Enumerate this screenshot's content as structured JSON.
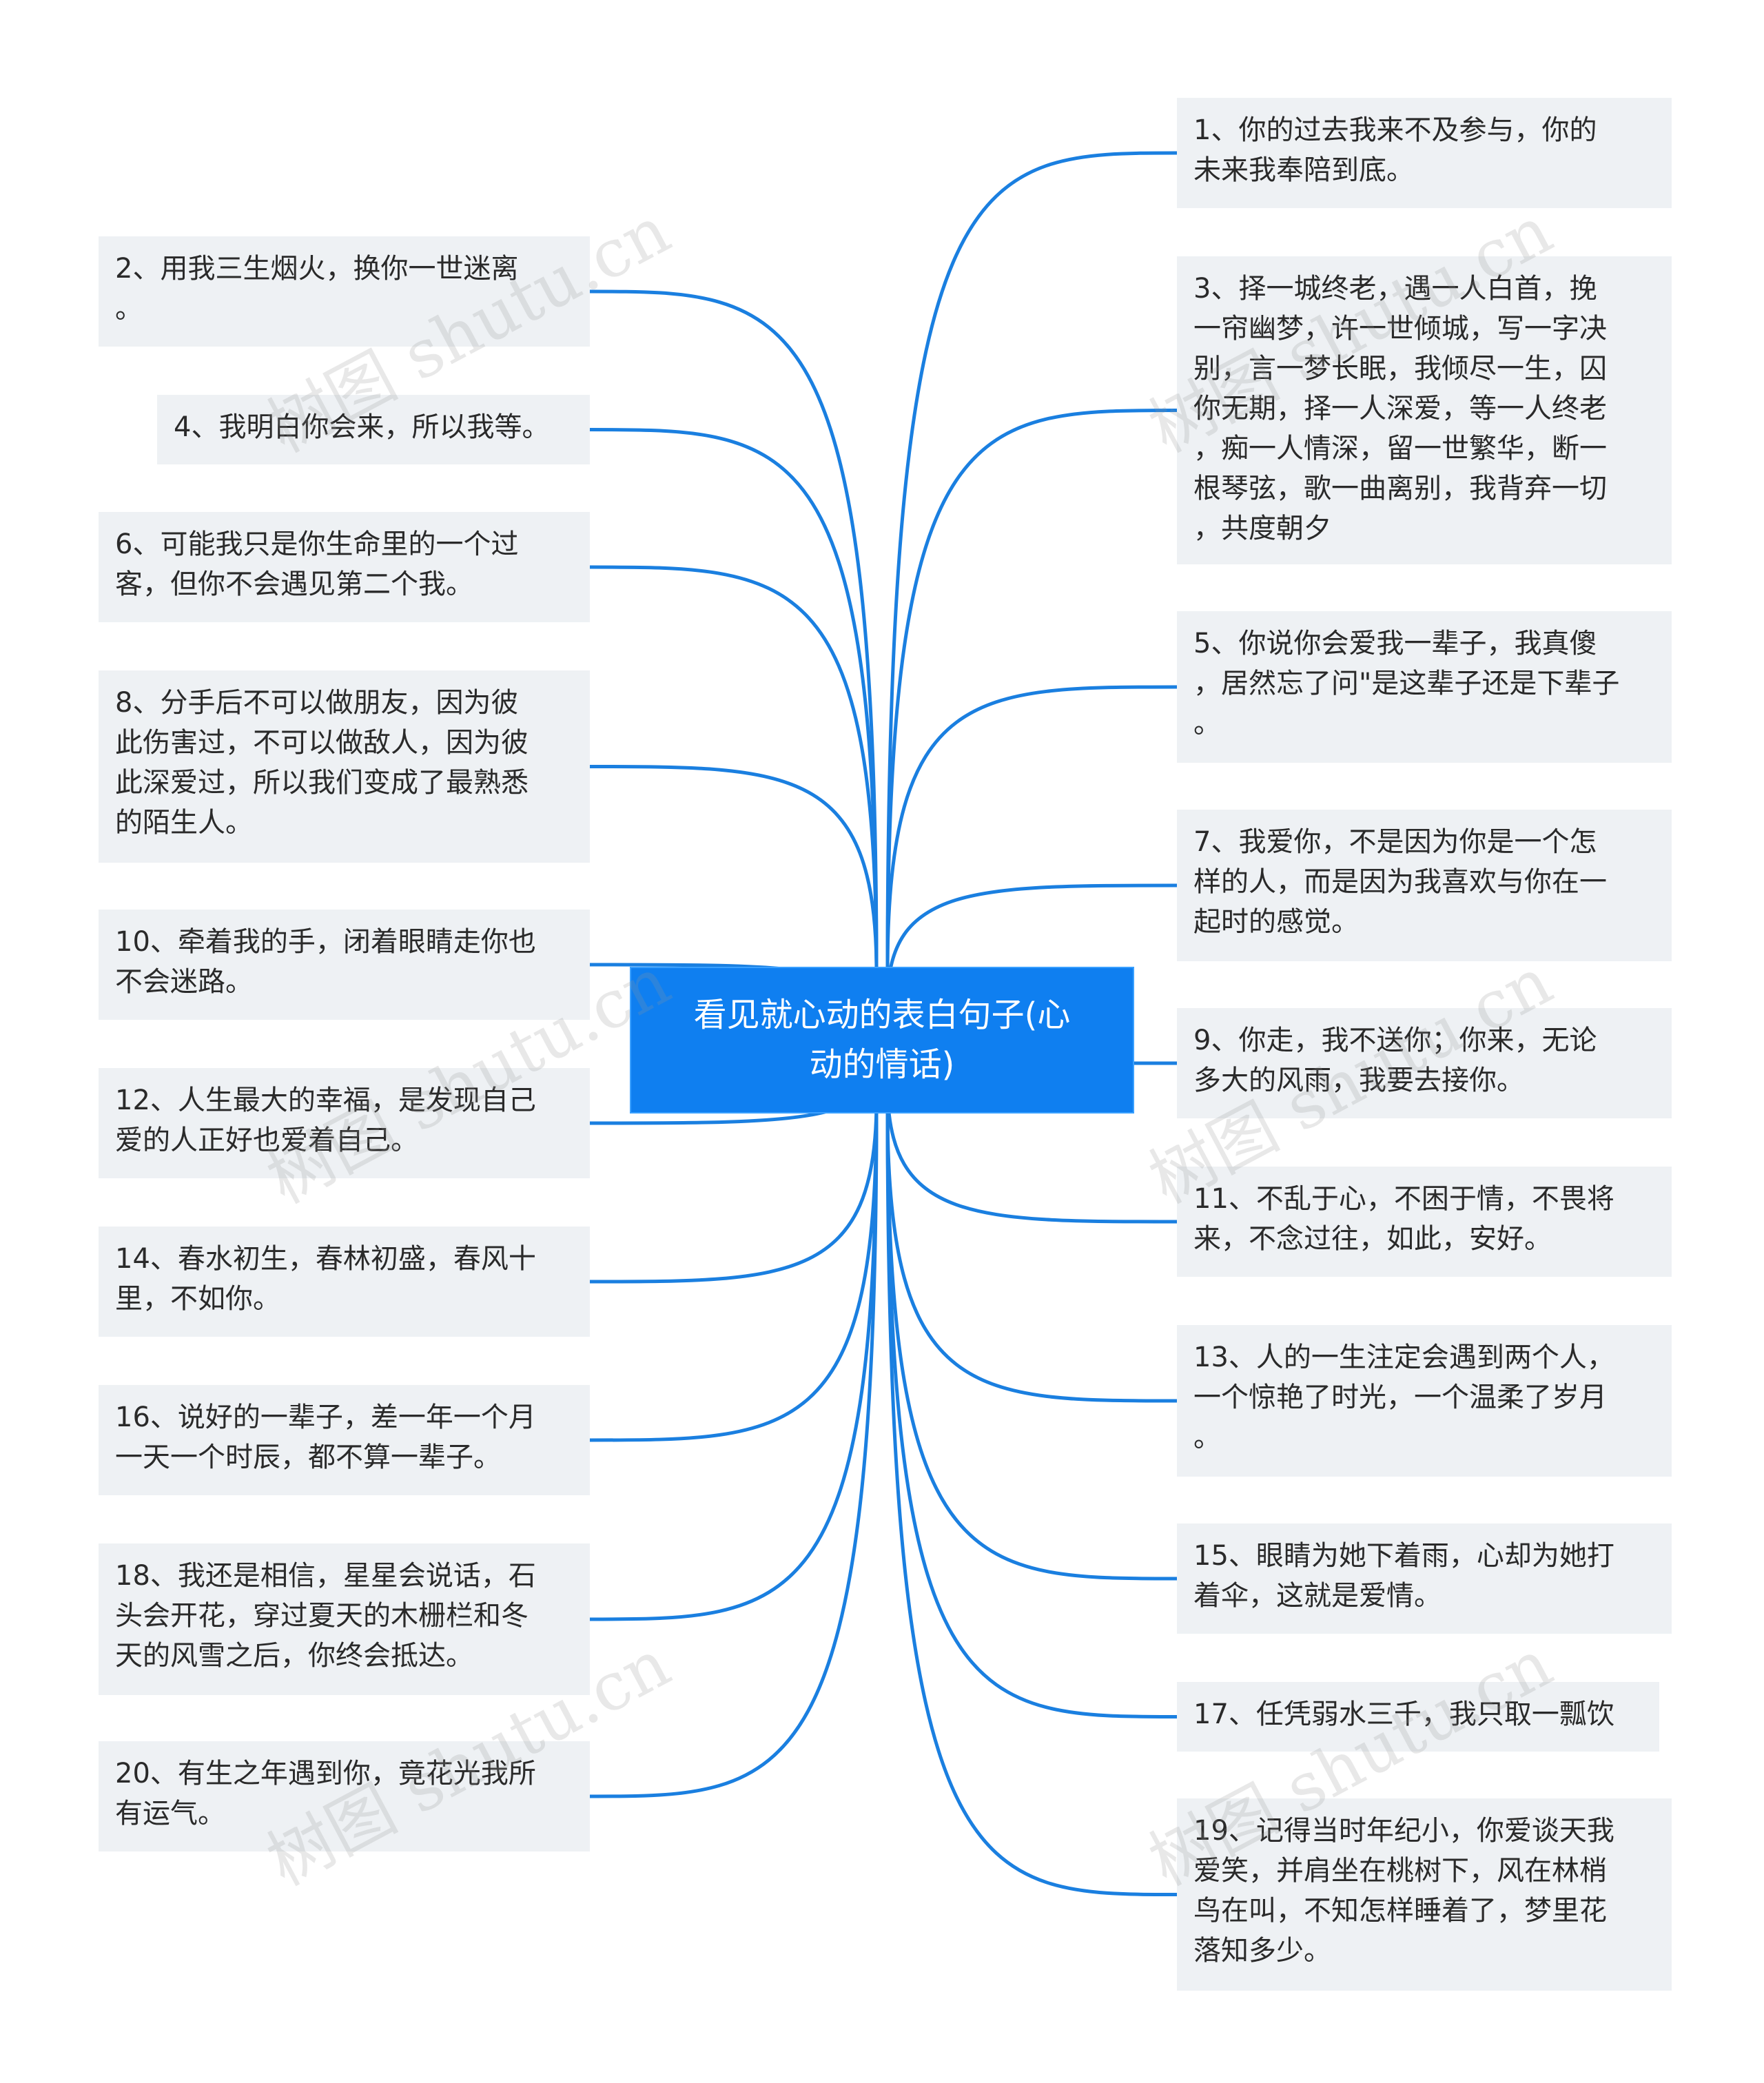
{
  "center": {
    "text": "看见就心动的表白句子(心\n动的情话)"
  },
  "watermark": "树图 shutu.cn",
  "colors": {
    "line": "#1a7fe0",
    "center_bg": "#0f7ff0",
    "node_bg": "#eef1f4"
  },
  "left": [
    {
      "lines": [
        "2、用我三生烟火，换你一世迷离",
        "。"
      ]
    },
    {
      "lines": [
        "4、我明白你会来，所以我等。"
      ]
    },
    {
      "lines": [
        "6、可能我只是你生命里的一个过",
        "客，但你不会遇见第二个我。"
      ]
    },
    {
      "lines": [
        "8、分手后不可以做朋友，因为彼",
        "此伤害过，不可以做敌人，因为彼",
        "此深爱过，所以我们变成了最熟悉",
        "的陌生人。"
      ]
    },
    {
      "lines": [
        "10、牵着我的手，闭着眼睛走你也",
        "不会迷路。"
      ]
    },
    {
      "lines": [
        "12、人生最大的幸福，是发现自己",
        "爱的人正好也爱着自己。"
      ]
    },
    {
      "lines": [
        "14、春水初生，春林初盛，春风十",
        "里，不如你。"
      ]
    },
    {
      "lines": [
        "16、说好的一辈子，差一年一个月",
        "一天一个时辰，都不算一辈子。"
      ]
    },
    {
      "lines": [
        "18、我还是相信，星星会说话，石",
        "头会开花，穿过夏天的木栅栏和冬",
        "天的风雪之后，你终会抵达。"
      ]
    },
    {
      "lines": [
        "20、有生之年遇到你，竟花光我所",
        "有运气。"
      ]
    }
  ],
  "right": [
    {
      "lines": [
        "1、你的过去我来不及参与，你的",
        "未来我奉陪到底。"
      ]
    },
    {
      "lines": [
        "3、择一城终老，遇一人白首，挽",
        "一帘幽梦，许一世倾城，写一字决",
        "别，言一梦长眠，我倾尽一生，囚",
        "你无期，择一人深爱，等一人终老",
        "，痴一人情深，留一世繁华，断一",
        "根琴弦，歌一曲离别，我背弃一切",
        "，共度朝夕"
      ]
    },
    {
      "lines": [
        "5、你说你会爱我一辈子，我真傻",
        "，居然忘了问\"是这辈子还是下辈子",
        "。"
      ]
    },
    {
      "lines": [
        "7、我爱你，不是因为你是一个怎",
        "样的人，而是因为我喜欢与你在一",
        "起时的感觉。"
      ]
    },
    {
      "lines": [
        "9、你走，我不送你；你来，无论",
        "多大的风雨，我要去接你。"
      ]
    },
    {
      "lines": [
        "11、不乱于心，不困于情，不畏将",
        "来，不念过往，如此，安好。"
      ]
    },
    {
      "lines": [
        "13、人的一生注定会遇到两个人，",
        "一个惊艳了时光，一个温柔了岁月",
        "。"
      ]
    },
    {
      "lines": [
        "15、眼睛为她下着雨，心却为她打",
        "着伞，这就是爱情。"
      ]
    },
    {
      "lines": [
        "17、任凭弱水三千，我只取一瓢饮"
      ]
    },
    {
      "lines": [
        "19、记得当时年纪小，你爱谈天我",
        "爱笑，并肩坐在桃树下，风在林梢",
        "鸟在叫，不知怎样睡着了，梦里花",
        "落知多少。"
      ]
    }
  ]
}
